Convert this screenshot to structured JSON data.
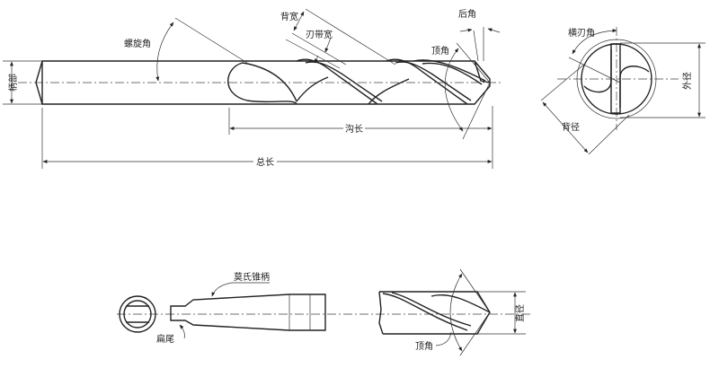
{
  "main_view": {
    "labels": {
      "helix_angle": "螺旋角",
      "back_width": "背宽",
      "land_width": "刃带宽",
      "relief_angle": "后角",
      "point_angle": "顶角",
      "shank": "柄部",
      "flute_length": "沟长",
      "overall_length": "总长"
    }
  },
  "end_view": {
    "labels": {
      "chisel_edge_angle": "横刃角",
      "outer_diameter": "外径",
      "back_diameter": "背径"
    }
  },
  "taper_shank_view": {
    "labels": {
      "morse_taper_shank": "莫氏锥柄",
      "tang": "扁尾",
      "point_angle": "顶角",
      "diameter": "直径"
    }
  }
}
